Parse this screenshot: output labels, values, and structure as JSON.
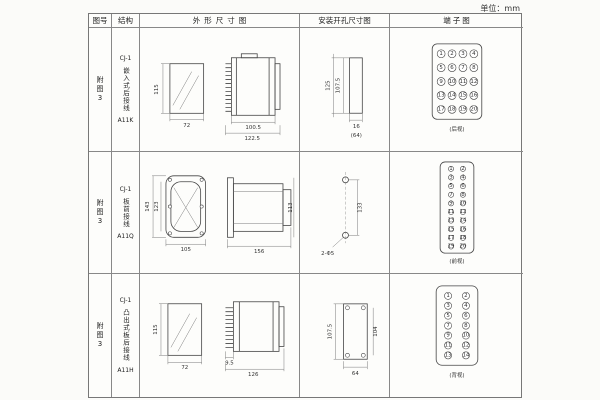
{
  "page": {
    "unit": "单位：mm"
  },
  "header": {
    "fig_no": "图号",
    "structure": "结构",
    "outline": "外形尺寸图",
    "install": "安装开孔尺寸图",
    "terminal": "端子图"
  },
  "rows": [
    {
      "fig": "附图3",
      "model": "CJ-1",
      "mount": "嵌入式后接线",
      "code": "A11K",
      "outline_dims": {
        "height": "115",
        "width": "72",
        "body_depth": "100.5",
        "total_depth": "122.5"
      },
      "install_dims": {
        "cutout_height": "107.5",
        "outer_height": "125",
        "cutout_width": "16",
        "note": "(64)"
      },
      "terminal_view": "(后视)"
    },
    {
      "fig": "附图3",
      "model": "CJ-1",
      "mount": "板前接线",
      "code": "A11Q",
      "outline_dims": {
        "total_height": "143",
        "body_height": "123",
        "width": "105",
        "depth": "156",
        "side_height": "113"
      },
      "install_dims": {
        "hole_spacing": "133",
        "holes": "2-Φ5"
      },
      "terminal_view": "(前视)"
    },
    {
      "fig": "附图3",
      "model": "CJ-1",
      "mount": "凸出式板后接线",
      "code": "A11H",
      "outline_dims": {
        "height": "115",
        "width": "72",
        "pin_depth": "9.5",
        "total_depth": "126"
      },
      "install_dims": {
        "height": "107.5",
        "inner_height": "104",
        "width": "64"
      },
      "terminal_view": "(背视)"
    }
  ],
  "terminals": {
    "rear": [
      "1",
      "2",
      "3",
      "4",
      "5",
      "6",
      "7",
      "8",
      "9",
      "10",
      "11",
      "12",
      "13",
      "14",
      "15",
      "16",
      "17",
      "18",
      "19",
      "20"
    ],
    "front": [
      "1",
      "2",
      "3",
      "4",
      "5",
      "6",
      "7",
      "8",
      "9",
      "10",
      "11",
      "12",
      "13",
      "14",
      "15",
      "16",
      "17",
      "18",
      "19",
      "20"
    ],
    "back": [
      "1",
      "2",
      "3",
      "4",
      "5",
      "6",
      "7",
      "8",
      "9",
      "10",
      "11",
      "12",
      "13",
      "14"
    ]
  }
}
